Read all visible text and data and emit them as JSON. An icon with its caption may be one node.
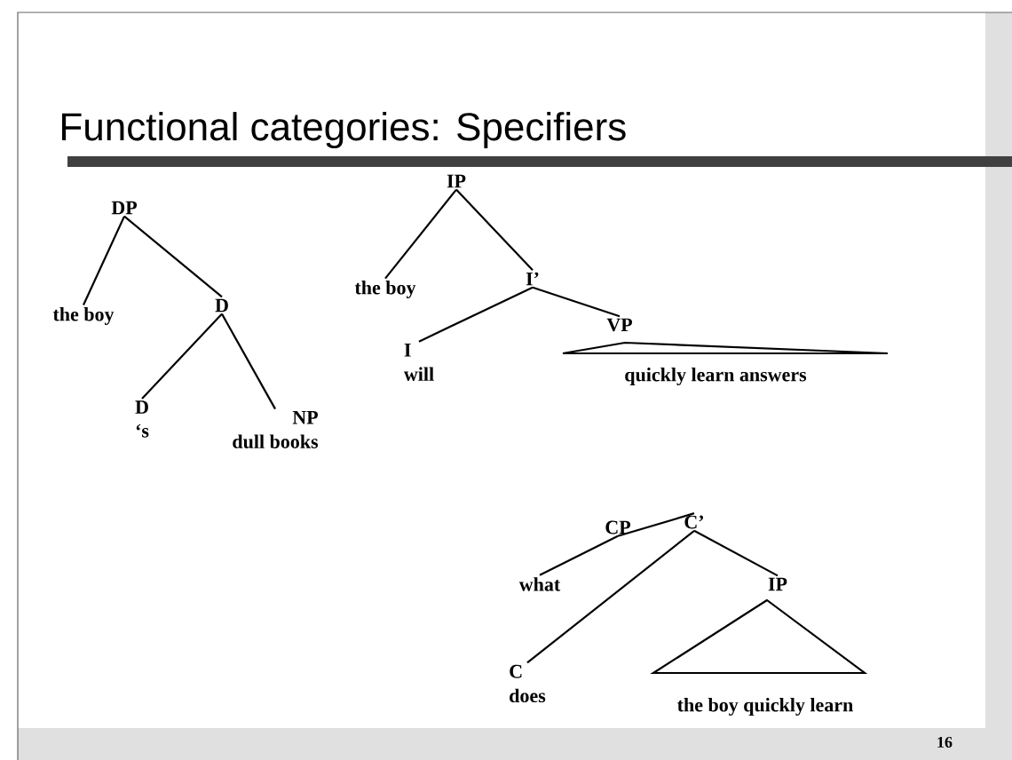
{
  "diagram": {
    "title": "Functional categories: Specifiers",
    "nodes": [
      {
        "text": [
          "DP"
        ]
      },
      {
        "text": [
          "the boy"
        ]
      },
      {
        "text": [
          "D"
        ]
      },
      {
        "text": [
          "D",
          "‘s"
        ]
      },
      {
        "text": [
          "NP",
          "dull books"
        ]
      },
      {
        "text": [
          "IP"
        ]
      },
      {
        "text": [
          "the boy"
        ]
      },
      {
        "text": [
          "I’"
        ]
      },
      {
        "text": [
          "I",
          "will"
        ]
      },
      {
        "text": [
          "VP"
        ]
      },
      {
        "text": [
          "quickly learn answers"
        ]
      },
      {
        "text": [
          "CP"
        ]
      },
      {
        "text": [
          "C’"
        ]
      },
      {
        "text": [
          "what"
        ]
      },
      {
        "text": [
          "IP"
        ]
      },
      {
        "text": [
          "C",
          "does"
        ]
      },
      {
        "text": [
          "the boy quickly learn"
        ]
      }
    ],
    "edges": [
      {
        "from": 0,
        "to": 1,
        "arrow": "none"
      },
      {
        "from": 0,
        "to": 2,
        "arrow": "none"
      },
      {
        "from": 2,
        "to": 3,
        "arrow": "none"
      },
      {
        "from": 2,
        "to": 4,
        "arrow": "none"
      },
      {
        "from": 5,
        "to": 6,
        "arrow": "none"
      },
      {
        "from": 5,
        "to": 7,
        "arrow": "none"
      },
      {
        "from": 7,
        "to": 8,
        "arrow": "none"
      },
      {
        "from": 7,
        "to": 9,
        "arrow": "none"
      },
      {
        "from": 11,
        "to": 13,
        "arrow": "none"
      },
      {
        "from": 11,
        "to": 12,
        "arrow": "none"
      },
      {
        "from": 12,
        "to": 15,
        "arrow": "none"
      },
      {
        "from": 12,
        "to": 14,
        "arrow": "none"
      }
    ],
    "labels": [
      "16"
    ]
  }
}
